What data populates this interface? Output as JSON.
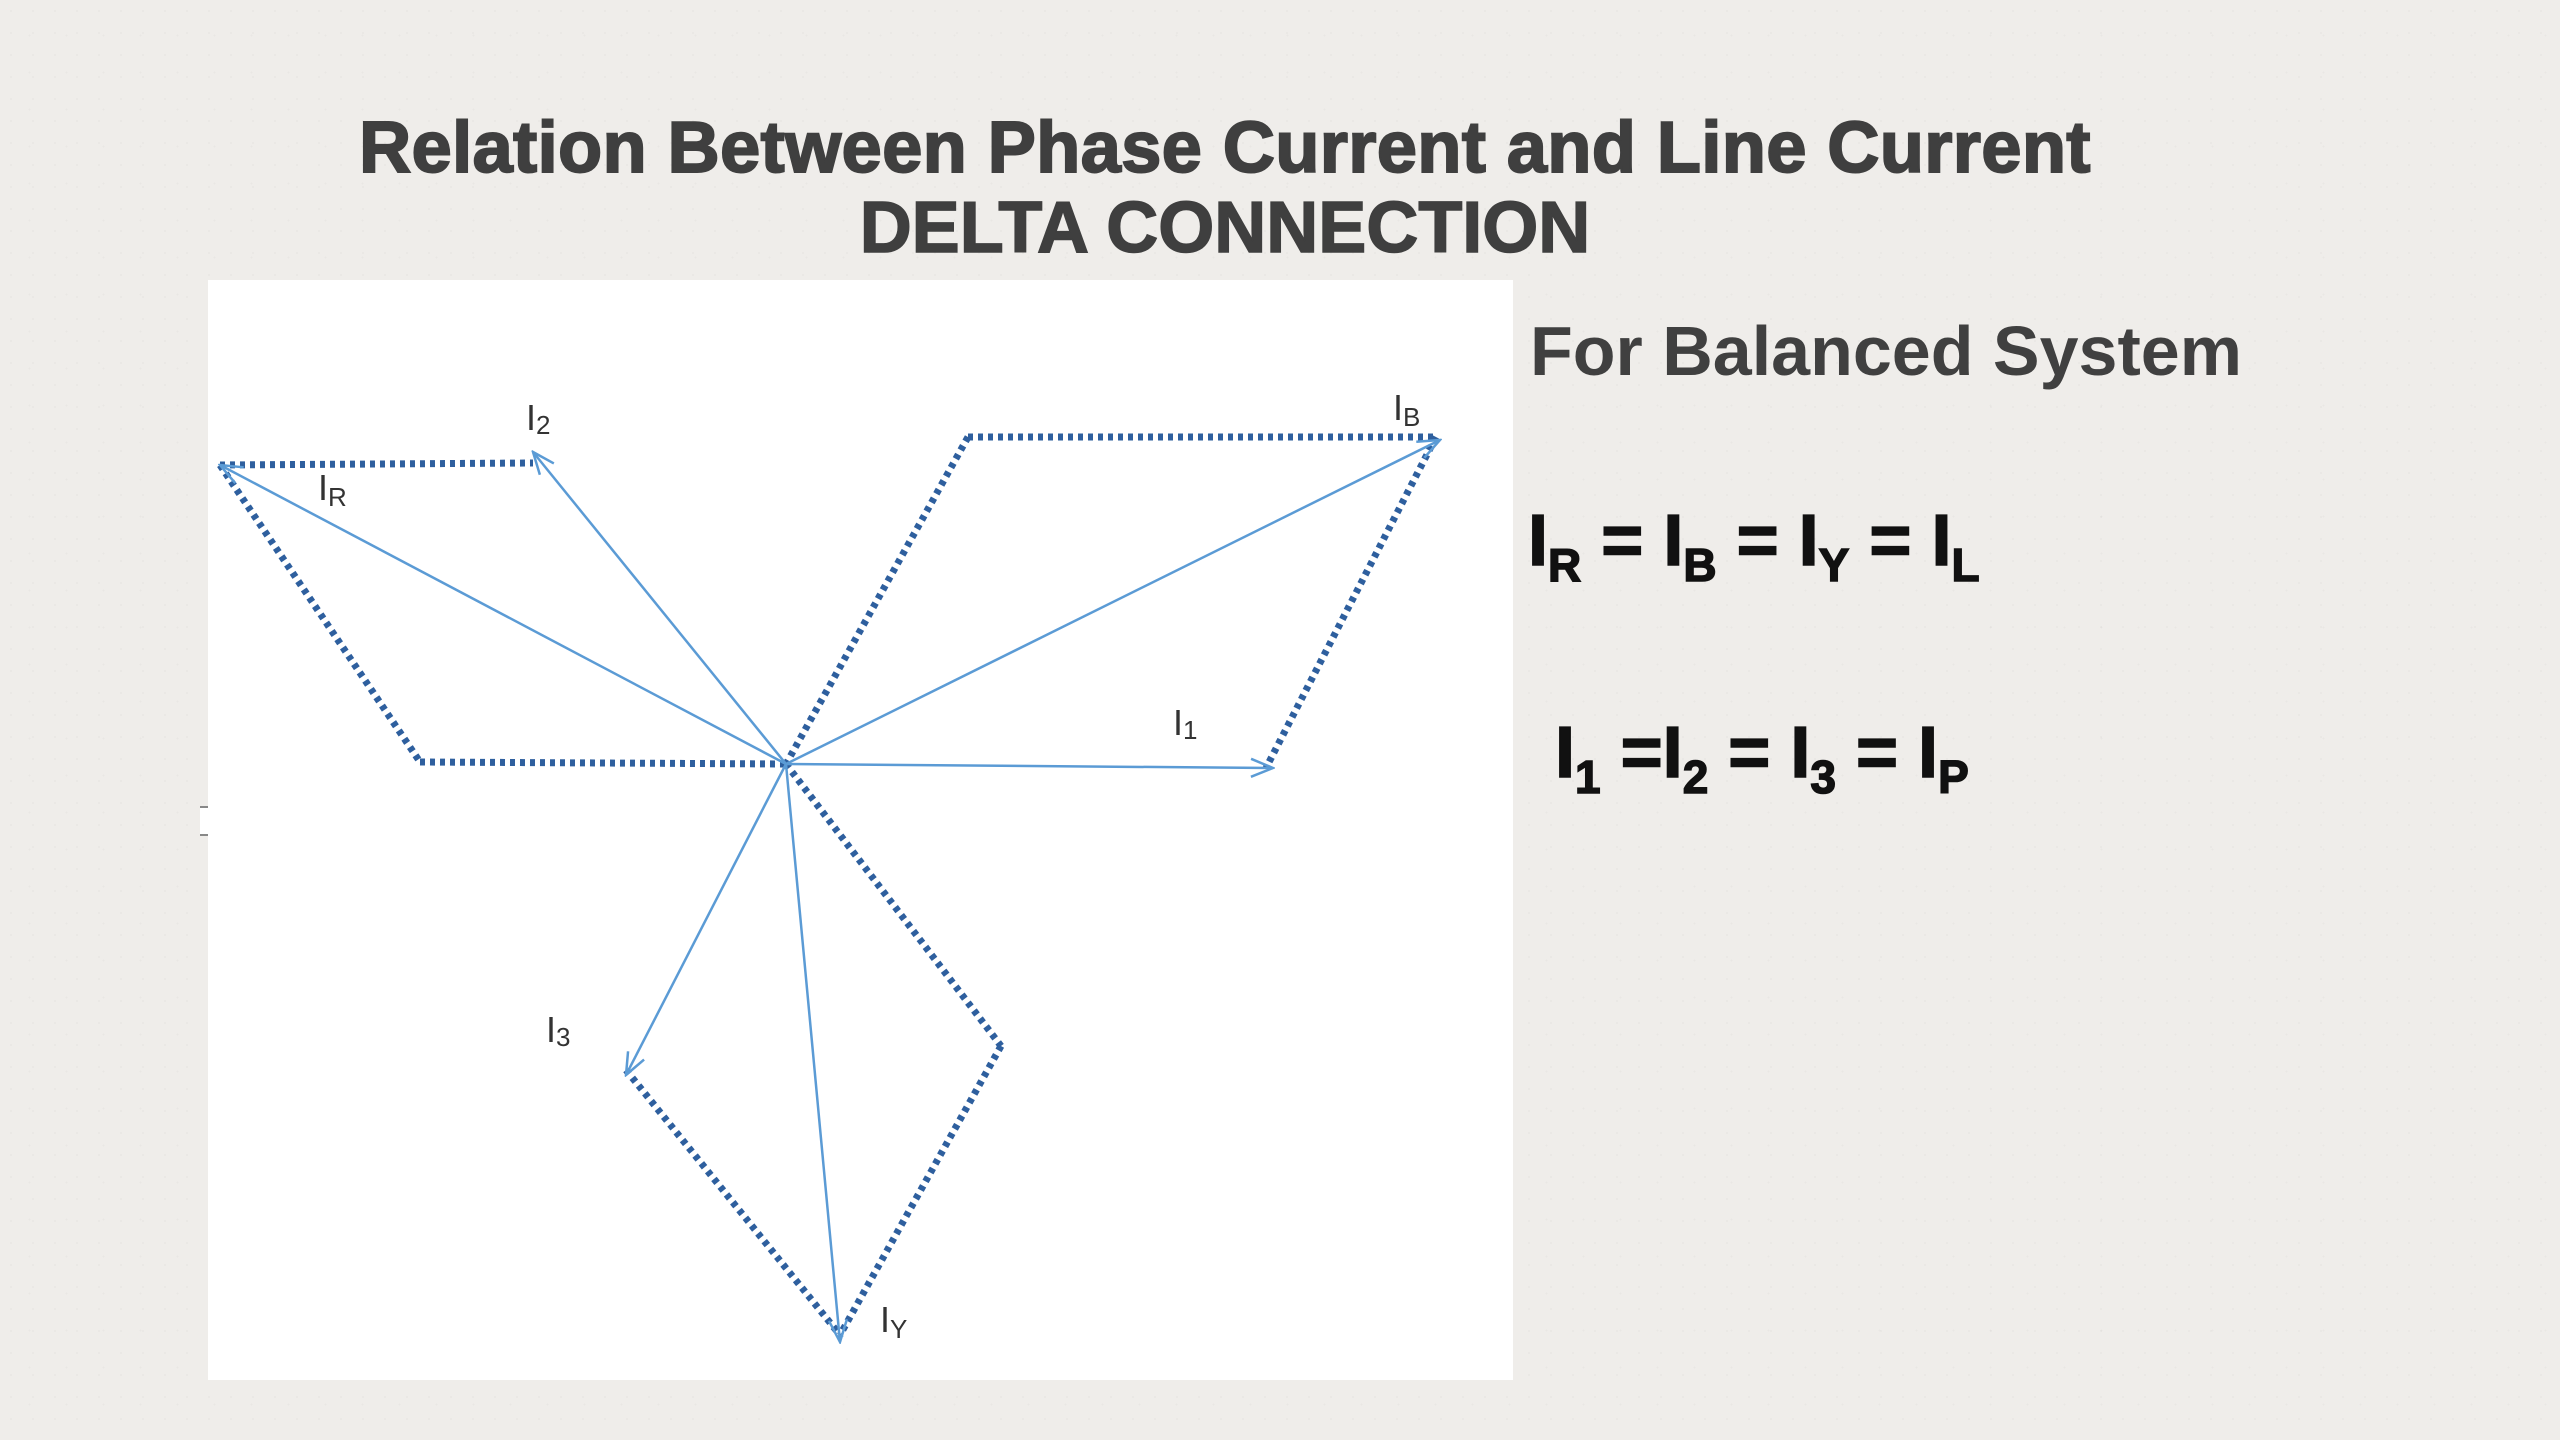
{
  "slide": {
    "title_line_1": "Relation Between Phase Current and Line Current",
    "title_line_2": "DELTA CONNECTION"
  },
  "side_panel": {
    "heading": "For Balanced System",
    "line_equation": {
      "terms": [
        {
          "base": "I",
          "sub": "R"
        },
        {
          "base": "I",
          "sub": "B"
        },
        {
          "base": "I",
          "sub": "Y"
        },
        {
          "base": "I",
          "sub": "L"
        }
      ]
    },
    "phase_equation": {
      "terms": [
        {
          "base": "I",
          "sub": "1"
        },
        {
          "base": "I",
          "sub": "2"
        },
        {
          "base": "I",
          "sub": "3"
        },
        {
          "base": "I",
          "sub": "P"
        }
      ]
    }
  },
  "diagram": {
    "line_color": "#5b9bd5",
    "dotted_color": "#2e5f9e",
    "phasor_labels": {
      "i1_base": "I",
      "i1_sub": "1",
      "i2_base": "I",
      "i2_sub": "2",
      "i3_base": "I",
      "i3_sub": "3",
      "ir_base": "I",
      "ir_sub": "R",
      "ib_base": "I",
      "ib_sub": "B",
      "iy_base": "I",
      "iy_sub": "Y"
    }
  }
}
